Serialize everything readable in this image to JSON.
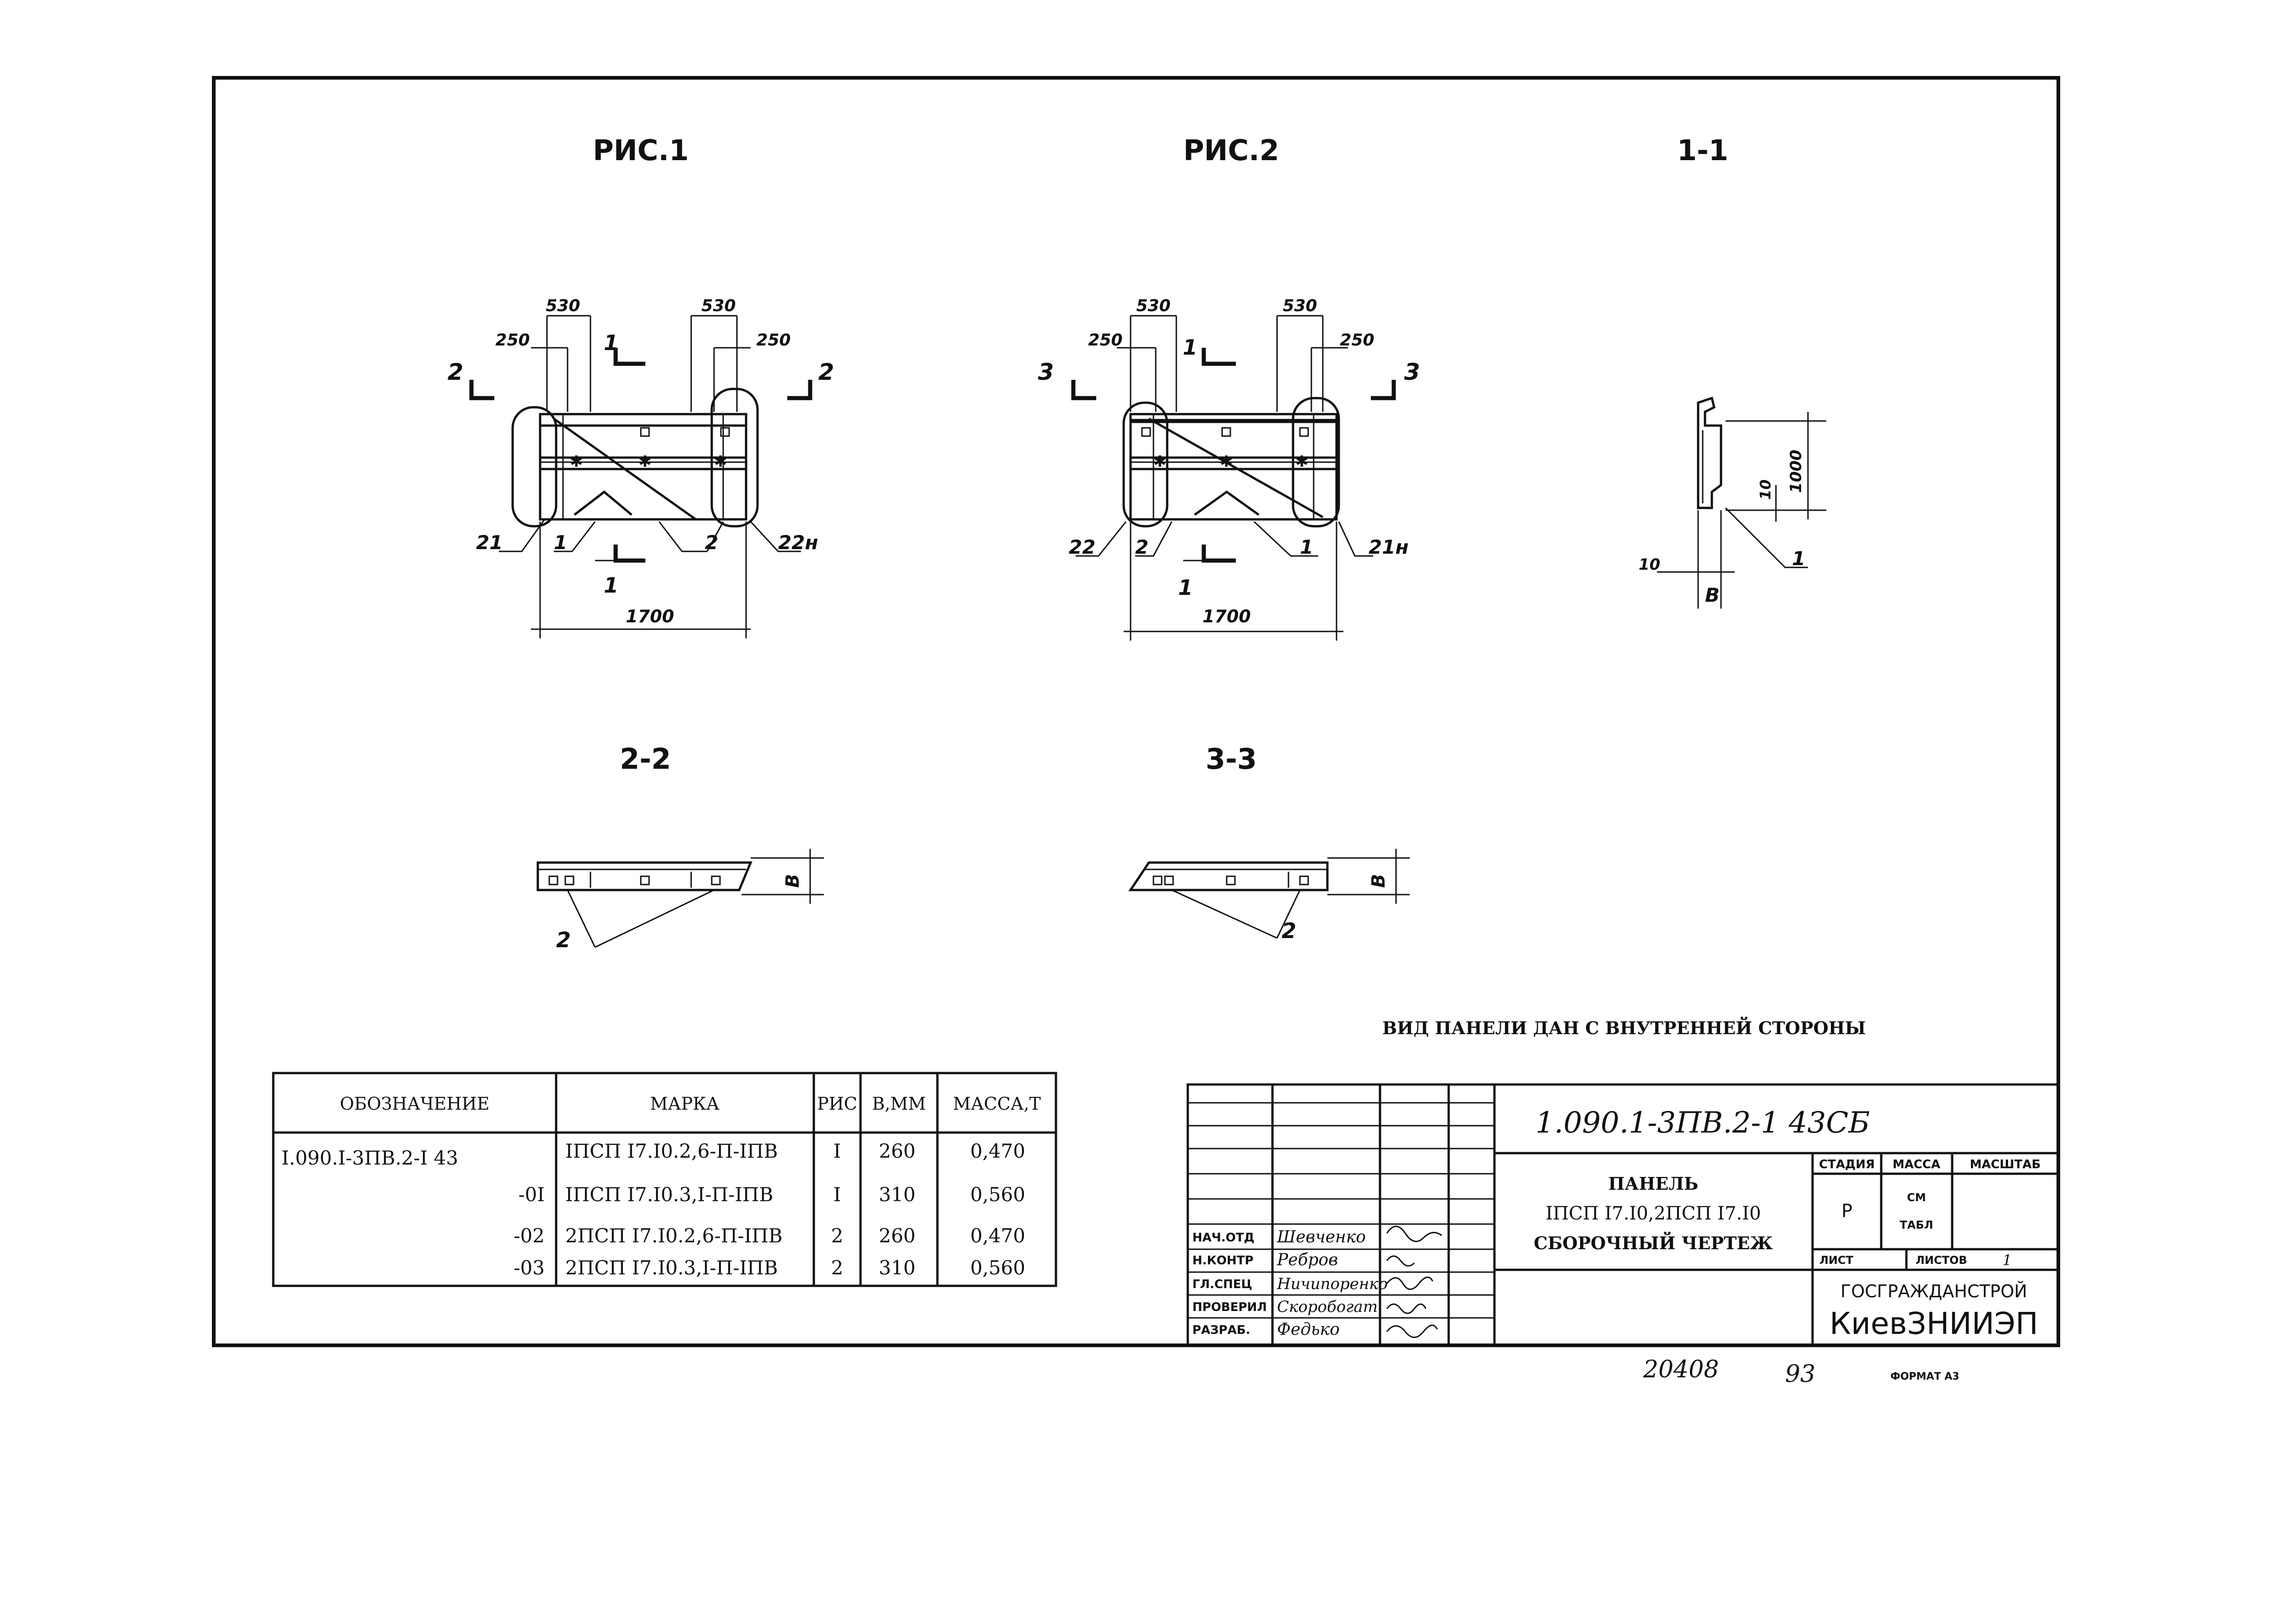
{
  "figures": {
    "fig1_title": "РИС.1",
    "fig2_title": "РИС.2",
    "section_1_1_title": "1-1",
    "section_2_2_title": "2-2",
    "section_3_3_title": "3-3",
    "fig1": {
      "dim_530_left": "530",
      "dim_250_left": "250",
      "dim_530_right": "530",
      "dim_250_right": "250",
      "dim_total": "1700",
      "cut_2_left": "2",
      "cut_2_right": "2",
      "cut_1_top": "1",
      "cut_1_bottom": "1",
      "callout_21": "21",
      "callout_1": "1",
      "callout_2": "2",
      "callout_22n": "22н"
    },
    "fig2": {
      "dim_530_left": "530",
      "dim_250_left": "250",
      "dim_530_right": "530",
      "dim_250_right": "250",
      "dim_total": "1700",
      "cut_3_left": "3",
      "cut_3_right": "3",
      "cut_1_top": "1",
      "cut_1_bottom": "1",
      "callout_22": "22",
      "callout_2": "2",
      "callout_1": "1",
      "callout_21n": "21н"
    },
    "section_1_1": {
      "dim_1000": "1000",
      "dim_10_a": "10",
      "dim_10_b": "10",
      "dim_b": "В",
      "callout_1": "1"
    },
    "section_2_2": {
      "dim_b": "В",
      "callout_2": "2"
    },
    "section_3_3": {
      "dim_b": "В",
      "callout_2": "2"
    }
  },
  "view_note": "ВИД ПАНЕЛИ ДАН С ВНУТРЕННЕЙ СТОРОНЫ",
  "spec_table": {
    "headers": [
      "ОБОЗНАЧЕНИЕ",
      "МАРКА",
      "РИС",
      "В,ММ",
      "МАССА,Т"
    ],
    "rows": [
      [
        "I.090.I-3ПВ.2-I 43",
        "IПСП I7.I0.2,6-П-IПВ",
        "I",
        "260",
        "0,470"
      ],
      [
        "-0I",
        "IПСП I7.I0.3,I-П-IПВ",
        "I",
        "310",
        "0,560"
      ],
      [
        "-02",
        "2ПСП I7.I0.2,6-П-IПВ",
        "2",
        "260",
        "0,470"
      ],
      [
        "-03",
        "2ПСП I7.I0.3,I-П-IПВ",
        "2",
        "310",
        "0,560"
      ]
    ]
  },
  "title_block": {
    "doc_code": "1.090.1-3ПВ.2-1 43СБ",
    "name_line1": "ПАНЕЛЬ",
    "name_line2": "IПСП I7.I0,2ПСП I7.I0",
    "name_line3": "СБОРОЧНЫЙ ЧЕРТЕЖ",
    "stage_header": "СТАДИЯ",
    "mass_header": "МАССА",
    "scale_header": "МАСШТАБ",
    "stage_value": "Р",
    "mass_value_1": "СМ",
    "mass_value_2": "ТАБЛ",
    "sheet_label": "ЛИСТ",
    "sheets_label": "ЛИСТОВ",
    "sheets_value": "1",
    "org_line1": "ГОСГРАЖДАНСТРОЙ",
    "org_line2": "КиевЗНИИЭП",
    "roles": [
      {
        "role": "НАЧ.ОТД",
        "name": "Шевченко"
      },
      {
        "role": "Н.КОНТР",
        "name": "Ребров"
      },
      {
        "role": "ГЛ.СПЕЦ",
        "name": "Ничипоренко"
      },
      {
        "role": "ПРОВЕРИЛ",
        "name": "Скоробогат"
      },
      {
        "role": "РАЗРАБ.",
        "name": "Федько"
      }
    ]
  },
  "footer": {
    "number": "20408",
    "page": "93",
    "format": "ФОРМАТ А3"
  }
}
